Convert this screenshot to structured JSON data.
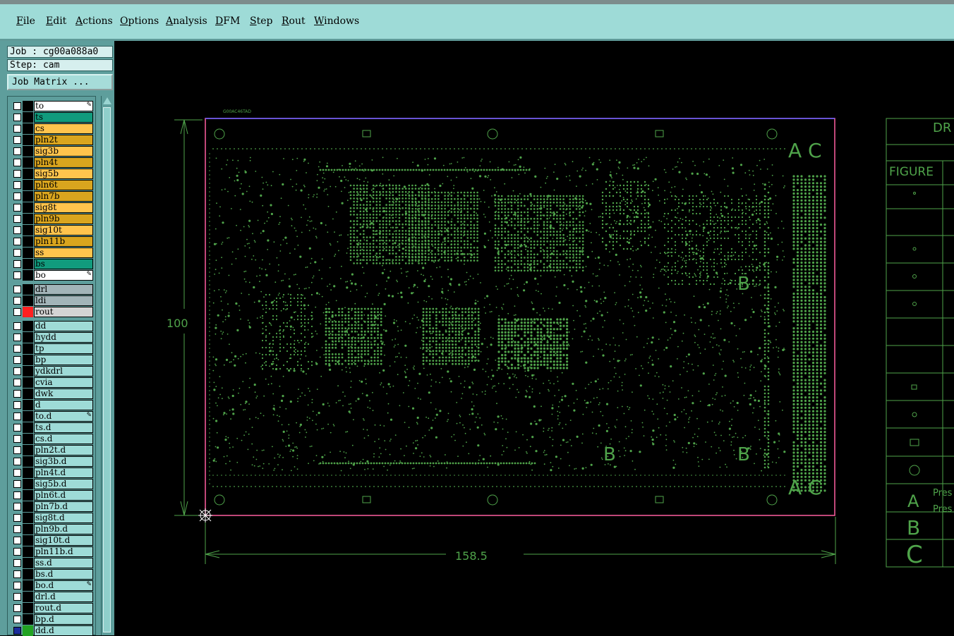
{
  "menubar": {
    "items": [
      "File",
      "Edit",
      "Actions",
      "Options",
      "Analysis",
      "DFM",
      "Step",
      "Rout",
      "Windows"
    ]
  },
  "job_info": {
    "job": "Job : cg00a088a0",
    "step": "Step: cam",
    "job_matrix_label": "Job Matrix ..."
  },
  "layers": [
    {
      "name": "to",
      "color": "#ffffff"
    },
    {
      "name": "ts",
      "color": "#119b7d"
    },
    {
      "name": "cs",
      "color": "#ffc44d"
    },
    {
      "name": "pln2t",
      "color": "#d9a51e"
    },
    {
      "name": "sig3b",
      "color": "#ffc44d"
    },
    {
      "name": "pln4t",
      "color": "#d9a51e"
    },
    {
      "name": "sig5b",
      "color": "#ffc44d"
    },
    {
      "name": "pln6t",
      "color": "#d9a51e"
    },
    {
      "name": "pln7b",
      "color": "#d9a51e"
    },
    {
      "name": "sig8t",
      "color": "#ffc44d"
    },
    {
      "name": "pln9b",
      "color": "#d9a51e"
    },
    {
      "name": "sig10t",
      "color": "#ffc44d"
    },
    {
      "name": "pln11b",
      "color": "#d9a51e"
    },
    {
      "name": "ss",
      "color": "#ffc44d"
    },
    {
      "name": "bs",
      "color": "#119b7d"
    },
    {
      "name": "bo",
      "color": "#ffffff"
    },
    {
      "name": "drl",
      "color": "#a2b4b8"
    },
    {
      "name": "ldi",
      "color": "#a2b4b8"
    },
    {
      "name": "rout",
      "color": "#d4d4d4"
    },
    {
      "name": "dd",
      "color": "#9edbd7"
    },
    {
      "name": "hydd",
      "color": "#9edbd7"
    },
    {
      "name": "tp",
      "color": "#9edbd7"
    },
    {
      "name": "bp",
      "color": "#9edbd7"
    },
    {
      "name": "ydkdrl",
      "color": "#9edbd7"
    },
    {
      "name": "cvia",
      "color": "#9edbd7"
    },
    {
      "name": "dwk",
      "color": "#9edbd7"
    },
    {
      "name": "d",
      "color": "#9edbd7"
    },
    {
      "name": "to.d",
      "color": "#9edbd7"
    },
    {
      "name": "ts.d",
      "color": "#9edbd7"
    },
    {
      "name": "cs.d",
      "color": "#9edbd7"
    },
    {
      "name": "pln2t.d",
      "color": "#9edbd7"
    },
    {
      "name": "sig3b.d",
      "color": "#9edbd7"
    },
    {
      "name": "pln4t.d",
      "color": "#9edbd7"
    },
    {
      "name": "sig5b.d",
      "color": "#9edbd7"
    },
    {
      "name": "pln6t.d",
      "color": "#9edbd7"
    },
    {
      "name": "pln7b.d",
      "color": "#9edbd7"
    },
    {
      "name": "sig8t.d",
      "color": "#9edbd7"
    },
    {
      "name": "pln9b.d",
      "color": "#9edbd7"
    },
    {
      "name": "sig10t.d",
      "color": "#9edbd7"
    },
    {
      "name": "pln11b.d",
      "color": "#9edbd7"
    },
    {
      "name": "ss.d",
      "color": "#9edbd7"
    },
    {
      "name": "bs.d",
      "color": "#9edbd7"
    },
    {
      "name": "bo.d",
      "color": "#9edbd7"
    },
    {
      "name": "drl.d",
      "color": "#9edbd7"
    },
    {
      "name": "rout.d",
      "color": "#9edbd7"
    },
    {
      "name": "bp.d",
      "color": "#9edbd7"
    },
    {
      "name": "dd.d",
      "color": "#9edbd7"
    }
  ],
  "layer_marks": {
    "pen_rows": [
      "to",
      "bo",
      "to.d",
      "bo.d"
    ],
    "extra_row": "dd.d"
  },
  "canvas": {
    "board_label": "G00AC46TAD",
    "dim_height": "100",
    "dim_width": "158.5",
    "corner_labels": {
      "ac": "A C",
      "b": "B"
    },
    "table": {
      "title": "DR",
      "figure_header": "FIGURE",
      "row_letters": [
        "A",
        "B",
        "C"
      ],
      "note_1": "Pres",
      "note_2": "Pres"
    }
  },
  "colors": {
    "menubar": "#9edbd7",
    "panel": "#5e9e9c",
    "canvas_bg": "#000000",
    "board_green": "#4fa34a",
    "board_outline": "#ff5fa0",
    "outline_top": "#6060ff",
    "origin_marker": "#ffffff"
  }
}
